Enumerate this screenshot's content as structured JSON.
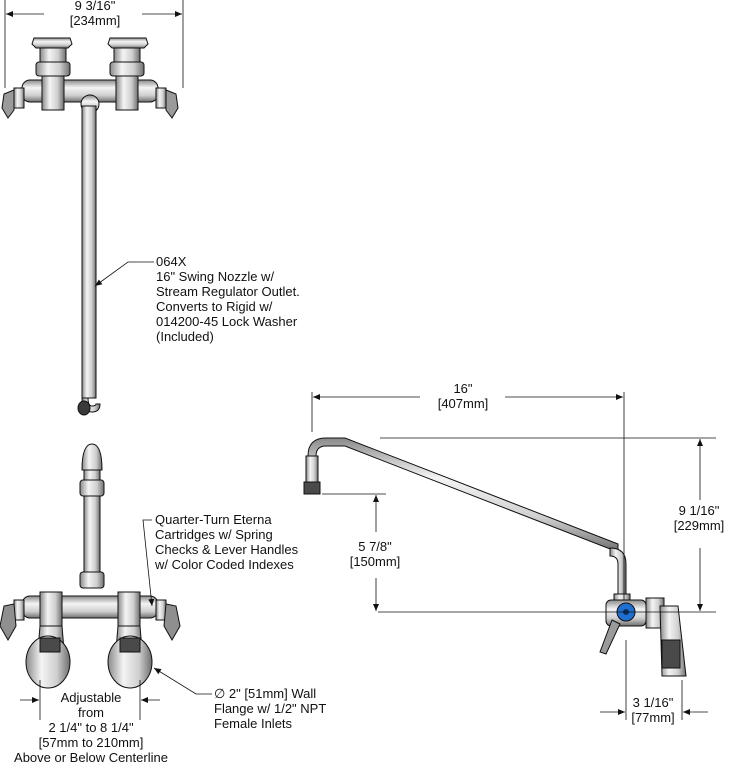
{
  "dimensions": {
    "top_width": {
      "imperial": "9 3/16\"",
      "metric": "[234mm]"
    },
    "spout_length": {
      "imperial": "16\"",
      "metric": "[407mm]"
    },
    "spout_height": {
      "imperial": "9 1/16\"",
      "metric": "[229mm]"
    },
    "outlet_height": {
      "imperial": "5 7/8\"",
      "metric": "[150mm]"
    },
    "projection": {
      "imperial": "3 1/16\"",
      "metric": "[77mm]"
    },
    "centers": {
      "lines": [
        "Adjustable",
        "from",
        "2 1/4\" to 8 1/4\"",
        "[57mm to 210mm]",
        "Above or Below Centerline"
      ]
    }
  },
  "callouts": {
    "nozzle": {
      "lines": [
        "064X",
        "16\" Swing Nozzle w/",
        "Stream Regulator Outlet.",
        "Converts to Rigid w/",
        "014200-45 Lock Washer",
        "(Included)"
      ]
    },
    "cartridges": {
      "lines": [
        "Quarter-Turn Eterna",
        "Cartridges w/ Spring",
        "Checks & Lever Handles",
        "w/ Color Coded Indexes"
      ]
    },
    "flange": {
      "lines": [
        "∅ 2\" [51mm] Wall",
        "Flange w/ 1/2\" NPT",
        "Female Inlets"
      ]
    }
  },
  "colors": {
    "line": "#111111",
    "metal_light": "#f2f2f2",
    "metal_mid": "#c8c8c8",
    "metal_dark": "#6a6a6a",
    "index_blue": "#1f6fd1"
  }
}
